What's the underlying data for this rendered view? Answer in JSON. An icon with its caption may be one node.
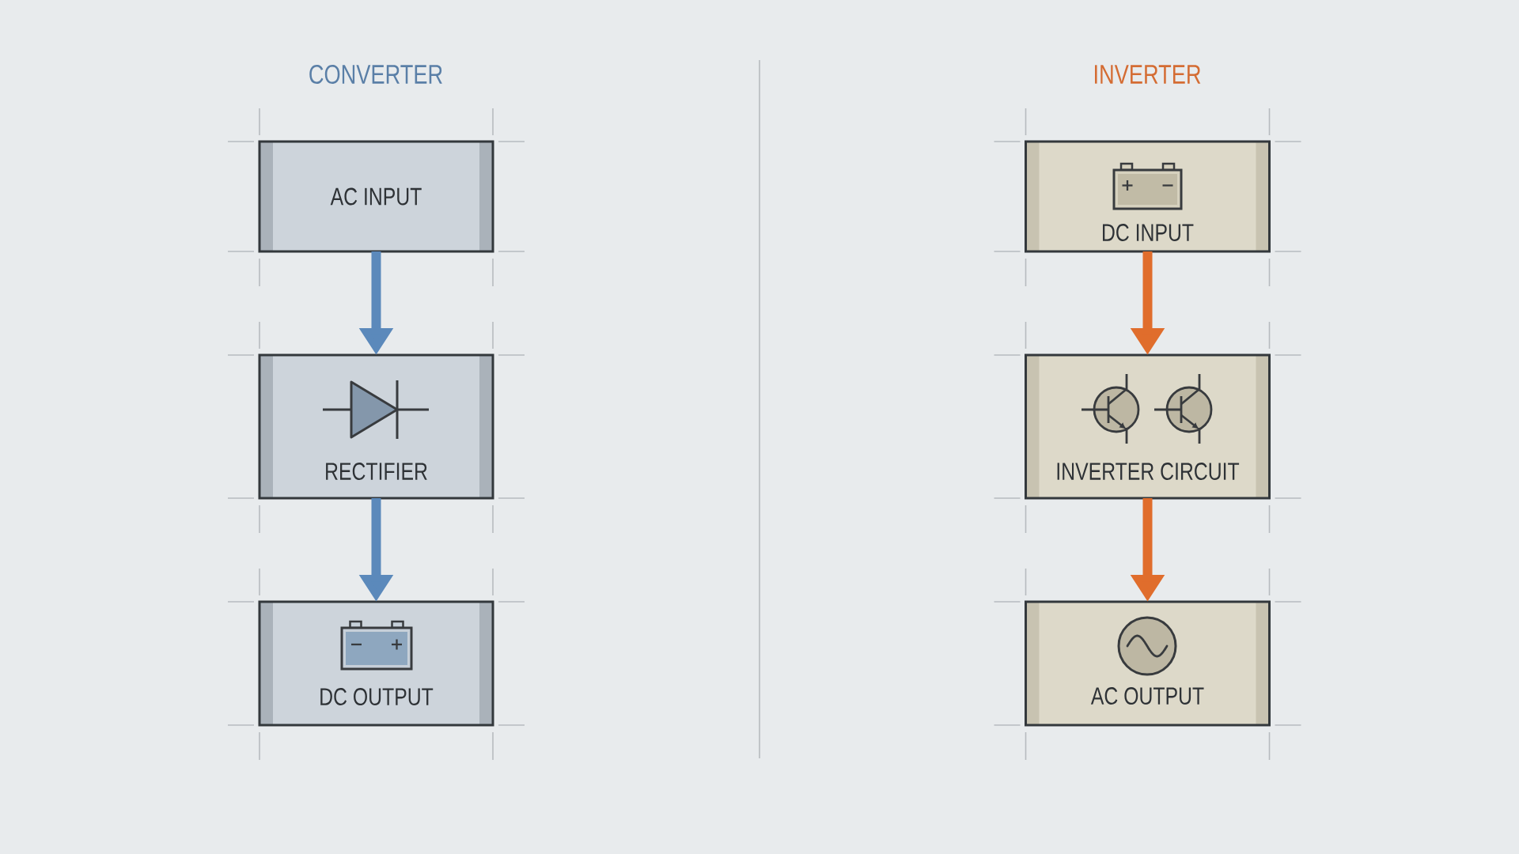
{
  "diagram": {
    "nodes": [
      {
        "text": [
          "AC INPUT"
        ]
      },
      {
        "text": [
          "RECTIFIER"
        ]
      },
      {
        "text": [
          "DC OUTPUT"
        ]
      },
      {
        "text": [
          "DC INPUT"
        ]
      },
      {
        "text": [
          "INVERTER CIRCUIT"
        ]
      },
      {
        "text": [
          "AC OUTPUT"
        ]
      }
    ],
    "edges": [
      {
        "from": 0,
        "to": 1,
        "arrow": "to",
        "color": "#5b89bb"
      },
      {
        "from": 1,
        "to": 2,
        "arrow": "to",
        "color": "#5b89bb"
      },
      {
        "from": 3,
        "to": 4,
        "arrow": "to",
        "color": "#e06d2c"
      },
      {
        "from": 4,
        "to": 5,
        "arrow": "to",
        "color": "#e06d2c"
      }
    ],
    "labels": [
      "CONVERTER",
      "INVERTER"
    ]
  }
}
